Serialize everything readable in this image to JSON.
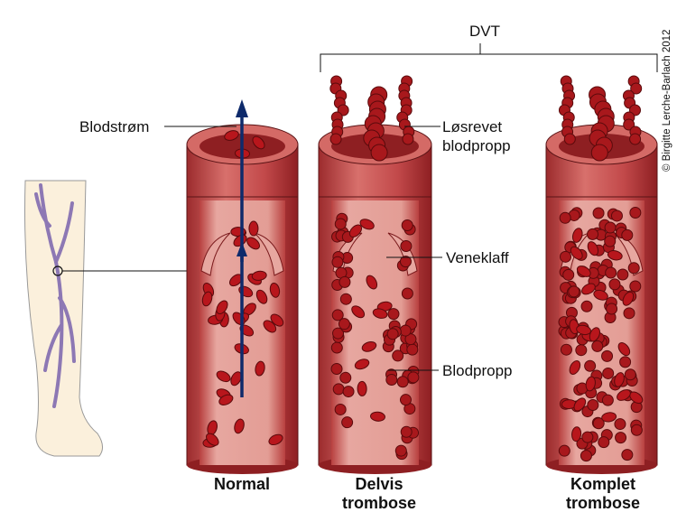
{
  "title": "DVT",
  "copyright": "© Birgitte Lerche-Barlach 2012",
  "labels": {
    "blood_flow": "Blodstrøm",
    "detached_clot_1": "Løsrevet",
    "detached_clot_2": "blodpropp",
    "valve": "Veneklaff",
    "clot": "Blodpropp"
  },
  "captions": {
    "normal": "Normal",
    "partial_1": "Delvis",
    "partial_2": "trombose",
    "complete_1": "Komplet",
    "complete_2": "trombose"
  },
  "colors": {
    "vessel": "#c2494a",
    "vessel_dark": "#8e1f22",
    "vessel_light": "#e7a7a0",
    "blood_cell": "#b8161c",
    "arrow": "#0e2a6b",
    "vein": "#8d78b4",
    "skin": "#fbf0dc"
  }
}
